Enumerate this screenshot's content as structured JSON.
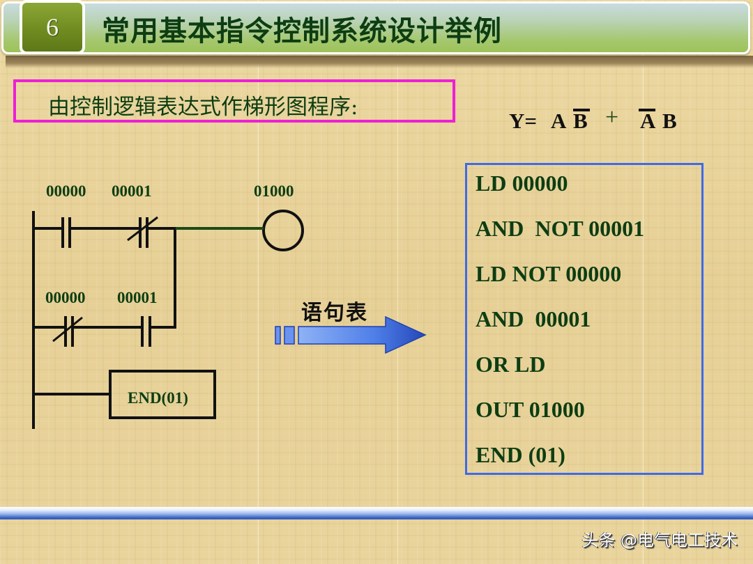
{
  "header": {
    "section_number": "6",
    "title": "常用基本指令控制系统设计举例"
  },
  "subtitle": "由控制逻辑表达式作梯形图程序:",
  "formula": {
    "lhs": "Y=",
    "term1": [
      "A",
      "B"
    ],
    "term1_negated": "B",
    "operator": "+",
    "term2": [
      "A",
      "B"
    ],
    "term2_negated": "A"
  },
  "ladder": {
    "rung1": {
      "contact1": {
        "address": "00000",
        "type": "normally-open"
      },
      "contact2": {
        "address": "00001",
        "type": "normally-closed"
      },
      "coil": {
        "address": "01000"
      }
    },
    "rung2": {
      "contact1": {
        "address": "00000",
        "type": "normally-closed"
      },
      "contact2": {
        "address": "00001",
        "type": "normally-open"
      }
    },
    "end_block": "END(01)"
  },
  "arrow": {
    "label": "语句表",
    "color": "#3b6ee0"
  },
  "statements": [
    "LD 00000",
    "AND  NOT 00001",
    "LD NOT 00000",
    "AND  00001",
    "OR LD",
    "OUT 01000",
    "END (01)"
  ],
  "watermark": "头条 @电气电工技术",
  "colors": {
    "title_text": "#0d3d12",
    "subtitle_border": "#ee1fd6",
    "statement_border": "#3f6ae8",
    "header_number_bg": "#6e8a1f"
  }
}
